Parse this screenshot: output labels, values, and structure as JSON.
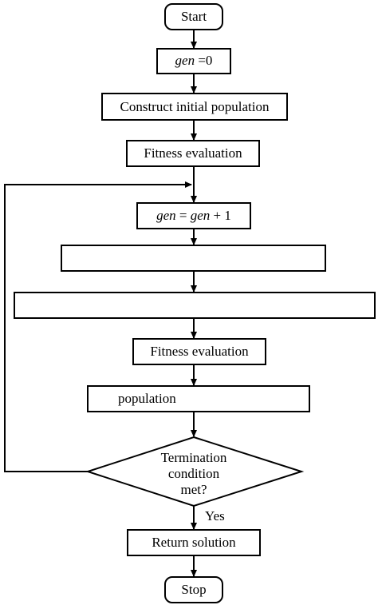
{
  "flowchart": {
    "start": "Start",
    "gen_init_var": "gen",
    "gen_init_rest": " =0",
    "construct": "Construct initial population",
    "fitness1": "Fitness evaluation",
    "gen_inc_var1": "gen",
    "gen_inc_mid": " = ",
    "gen_inc_var2": "gen",
    "gen_inc_rest": " + 1",
    "blank1": "",
    "blank2": "",
    "fitness2": "Fitness evaluation",
    "population": "population",
    "decision_line1": "Termination",
    "decision_line2": "condition",
    "decision_line3": "met?",
    "yes": "Yes",
    "return": "Return solution",
    "stop": "Stop"
  }
}
